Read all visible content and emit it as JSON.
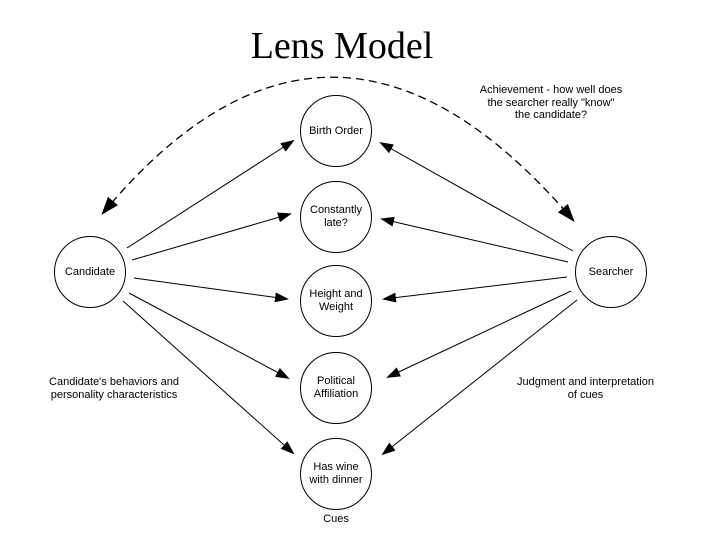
{
  "title": "Lens Model",
  "colors": {
    "background": "#ffffff",
    "ink": "#000000"
  },
  "nodes": {
    "candidate": {
      "label": "Candidate"
    },
    "searcher": {
      "label": "Searcher"
    },
    "birth_order": {
      "label": "Birth Order"
    },
    "constantly_late": {
      "label": "Constantly late?"
    },
    "height_weight": {
      "label": "Height and Weight"
    },
    "political_affiliation": {
      "label": "Political Affiliation"
    },
    "has_wine": {
      "label": "Has wine with dinner"
    }
  },
  "annotations": {
    "achievement": {
      "lines": [
        "Achievement - how well does",
        "the searcher really \"know\"",
        "the candidate?"
      ]
    },
    "candidate_note": {
      "lines": [
        "Candidate's behaviors and",
        "personality characteristics"
      ]
    },
    "judgment_note": {
      "lines": [
        "Judgment and interpretation",
        "of cues"
      ]
    },
    "cues_label": "Cues"
  },
  "edges": [
    {
      "from": "candidate",
      "to": "birth_order",
      "type": "solid-arrow"
    },
    {
      "from": "candidate",
      "to": "constantly_late",
      "type": "solid-arrow"
    },
    {
      "from": "candidate",
      "to": "height_weight",
      "type": "solid-arrow"
    },
    {
      "from": "candidate",
      "to": "political_affiliation",
      "type": "solid-arrow"
    },
    {
      "from": "candidate",
      "to": "has_wine",
      "type": "solid-arrow"
    },
    {
      "from": "searcher",
      "to": "birth_order",
      "type": "solid-arrow"
    },
    {
      "from": "searcher",
      "to": "constantly_late",
      "type": "solid-arrow"
    },
    {
      "from": "searcher",
      "to": "height_weight",
      "type": "solid-arrow"
    },
    {
      "from": "searcher",
      "to": "political_affiliation",
      "type": "solid-arrow"
    },
    {
      "from": "searcher",
      "to": "has_wine",
      "type": "solid-arrow"
    },
    {
      "from": "candidate",
      "to": "searcher",
      "type": "dashed-double-arrow",
      "meaning": "achievement"
    }
  ]
}
